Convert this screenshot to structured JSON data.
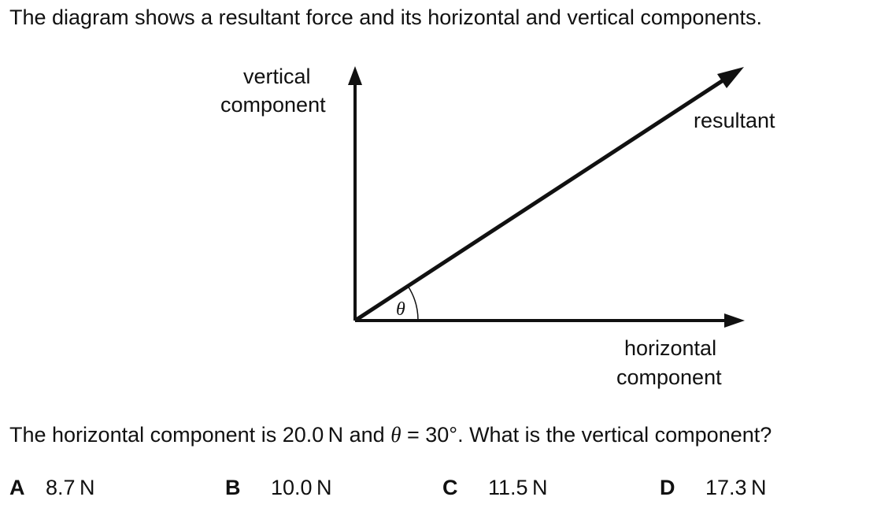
{
  "intro_text": "The diagram shows a resultant force and its horizontal and vertical components.",
  "diagram": {
    "vertical_label_line1": "vertical",
    "vertical_label_line2": "component",
    "resultant_label": "resultant",
    "horizontal_label_line1": "horizontal",
    "horizontal_label_line2": "component",
    "angle_symbol": "θ"
  },
  "question": {
    "part1": "The horizontal component is 20.0 N and ",
    "theta": "θ",
    "part2": " = 30°. What is the vertical component?"
  },
  "options": [
    {
      "letter": "A",
      "value": "8.7 N"
    },
    {
      "letter": "B",
      "value": "10.0 N"
    },
    {
      "letter": "C",
      "value": "11.5 N"
    },
    {
      "letter": "D",
      "value": "17.3 N"
    }
  ]
}
